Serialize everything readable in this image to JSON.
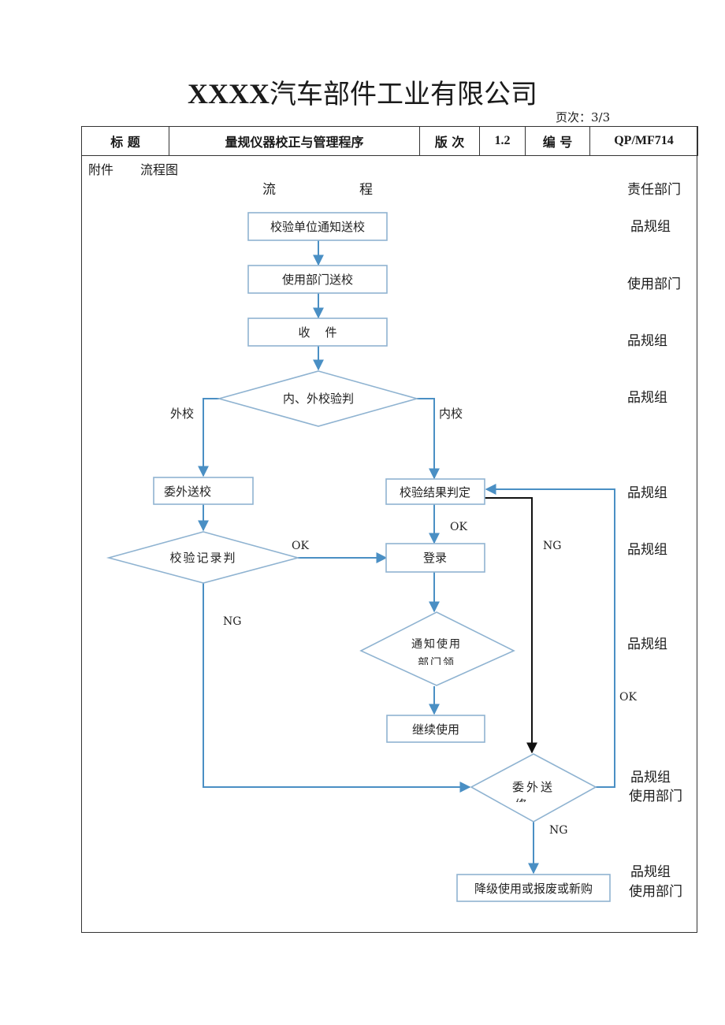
{
  "company": {
    "latin": "XXXX",
    "name": "汽车部件工业有限公司"
  },
  "page_number": "页次：3/3",
  "header": {
    "title_label": "标  题",
    "title_value": "量规仪器校正与管理程序",
    "version_label": "版 次",
    "version_value": "1.2",
    "code_label": "编  号",
    "code_value": "QP/MF714"
  },
  "attachment": {
    "label": "附件",
    "name": "流程图"
  },
  "columns": {
    "flow_left": "流",
    "flow_right": "程",
    "responsibility": "责任部门"
  },
  "nodes": {
    "notify": "校验单位通知送校",
    "send": "使用部门送校",
    "receive": "收    件",
    "judge_in_out": "内、外校验判",
    "outsource": "委外送校",
    "result": "校验结果判定",
    "record_judge": "校验记录判",
    "register": "登录",
    "notify_dept_line1": "通知使用",
    "notify_dept_line2": "部门领",
    "continue": "继续使用",
    "outsource_send_line1": "委外送",
    "outsource_send_line2": "修",
    "downgrade": "降级使用或报废或新购"
  },
  "edge_labels": {
    "external": "外校",
    "internal": "内校",
    "ok_result": "OK",
    "ng_result": "NG",
    "ok_record": "OK",
    "ng_record": "NG",
    "ok_repair": "OK",
    "ng_repair": "NG"
  },
  "responsibility": {
    "r1": "品规组",
    "r2": "使用部门",
    "r3": "品规组",
    "r4": "品规组",
    "r5": "品规组",
    "r6": "品规组",
    "r7": "品规组",
    "r8a": "品规组",
    "r8b": "使用部门",
    "r9a": "品规组",
    "r9b": "使用部门"
  },
  "colors": {
    "flow_line": "#4a8fc4",
    "box_border": "#8fb3d1",
    "ng_line": "#111111"
  }
}
